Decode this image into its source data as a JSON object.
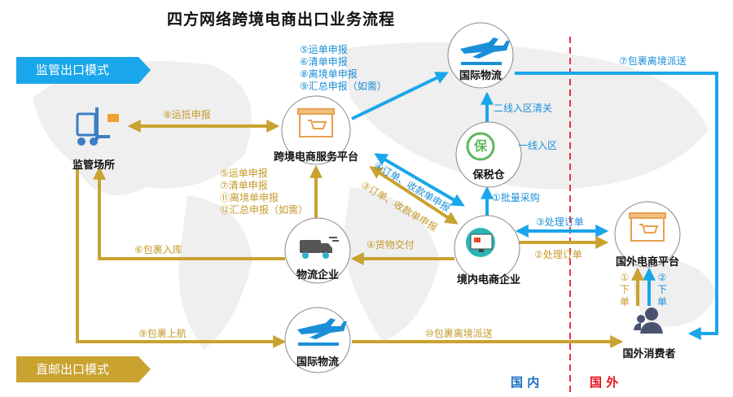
{
  "title": "四方网络跨境电商出口业务流程",
  "modes": {
    "supervised": "监管出口模式",
    "direct_mail": "直邮出口模式"
  },
  "nodes": {
    "intl_logistics_top": "国际物流",
    "service_platform": "跨境电商服务平台",
    "bonded_warehouse": "保税仓",
    "bonded_icon_char": "保",
    "supervision_site": "监管场所",
    "logistics_company": "物流企业",
    "domestic_ecommerce": "境内电商企业",
    "foreign_platform": "国外电商平台",
    "foreign_consumer": "国外消费者",
    "intl_logistics_bottom": "国际物流"
  },
  "labels": {
    "blue_declarations": [
      "⑤运单申报",
      "⑥清单申报",
      "⑧离境单申报",
      "⑨汇总申报（如需）"
    ],
    "gold_declarations": [
      "⑤运单申报",
      "⑦清单申报",
      "⑪离境单申报",
      "⑫汇总申报（如需）"
    ],
    "arrival_declaration": "⑧运抵申报",
    "second_line_clearance": "二线入区清关",
    "first_line_entry": "一线入区",
    "bulk_purchase": "①批量采购",
    "order_payment_blue": "④订单、收款单申报",
    "order_payment_gold": "③订单、收款单申报",
    "goods_delivery": "④货物交付",
    "parcel_storage": "⑥包裹入库",
    "process_order_blue": "③处理订单",
    "process_order_gold": "②处理订单",
    "place_order_gold": "①下单",
    "place_order_blue": "②下单",
    "parcel_departure_blue": "⑦包裹离境派送",
    "parcel_boarding": "⑨包裹上航",
    "parcel_departure_gold": "⑩包裹离境派送"
  },
  "regions": {
    "domestic": "国 内",
    "foreign": "国 外"
  },
  "colors": {
    "blue": "#1aa6ea",
    "gold": "#c9a230",
    "divider": "#e8323c",
    "domestic_text": "#1a6fc4",
    "foreign_text": "#e8101a"
  }
}
